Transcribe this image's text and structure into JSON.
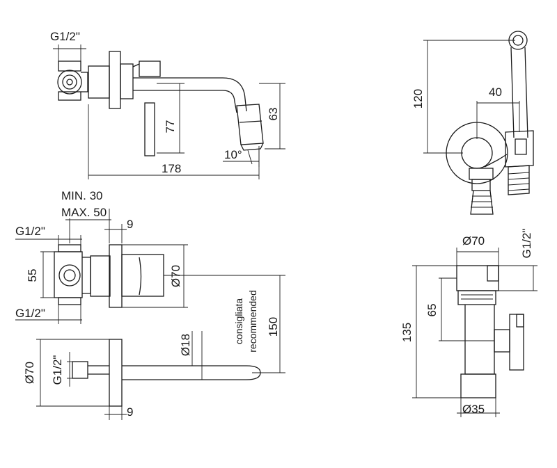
{
  "dims": {
    "top_left": {
      "thread": "G1/2\"",
      "d178": "178",
      "d77": "77",
      "d63": "63",
      "angle": "10°"
    },
    "top_right": {
      "d120": "120",
      "d40": "40"
    },
    "mid_left": {
      "min": "MIN. 30",
      "max": "MAX. 50",
      "d9_top": "9",
      "thread_top": "G1/2\"",
      "d55": "55",
      "thread_bottom": "G1/2\"",
      "d70": "Ø70",
      "consigliata": "consigliata",
      "recommended": "recommended",
      "d150": "150"
    },
    "bottom_left": {
      "d70": "Ø70",
      "thread": "G1/2\"",
      "d18": "Ø18",
      "d9": "9"
    },
    "bottom_right": {
      "d70": "Ø70",
      "thread": "G1/2\"",
      "d65": "65",
      "d135": "135",
      "d35": "Ø35"
    }
  }
}
